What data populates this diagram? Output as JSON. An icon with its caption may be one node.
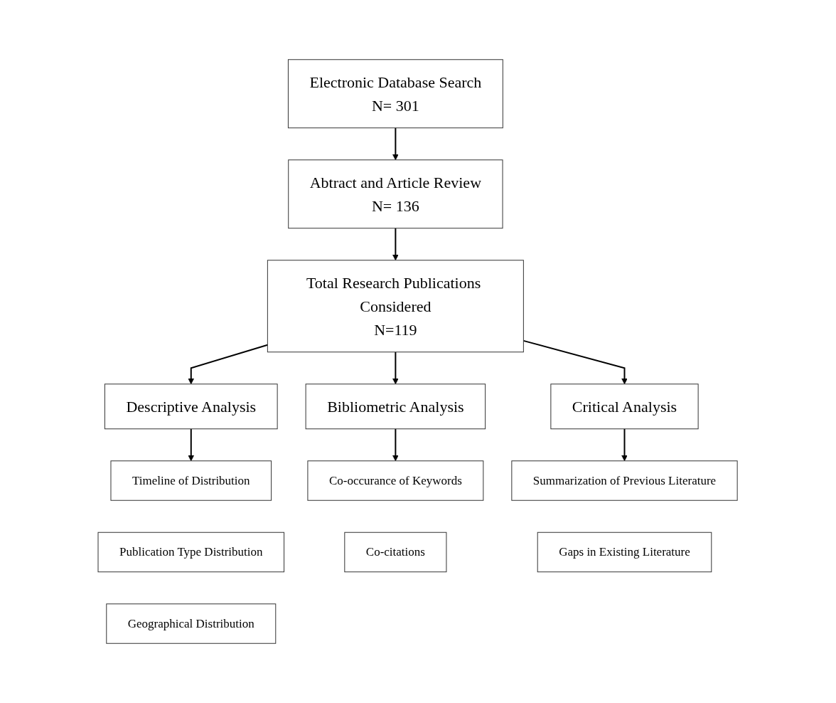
{
  "diagram": {
    "nodes": [
      {
        "text": [
          "Electronic Database Search",
          "N= 301"
        ]
      },
      {
        "text": [
          "Abtract and Article Review",
          "N= 136"
        ]
      },
      {
        "text": [
          "Total Research Publications Considered",
          "N=119"
        ]
      },
      {
        "text": [
          "Descriptive Analysis"
        ]
      },
      {
        "text": [
          "Bibliometric Analysis"
        ]
      },
      {
        "text": [
          "Critical Analysis"
        ]
      },
      {
        "text": [
          "Timeline of Distribution"
        ]
      },
      {
        "text": [
          "Publication Type Distribution"
        ]
      },
      {
        "text": [
          "Geographical Distribution"
        ]
      },
      {
        "text": [
          "Co-occurance of Keywords"
        ]
      },
      {
        "text": [
          "Co-citations"
        ]
      },
      {
        "text": [
          "Summarization of Previous Literature"
        ]
      },
      {
        "text": [
          "Gaps in Existing Literature"
        ]
      }
    ],
    "edges": [
      {
        "from": 0,
        "to": 1,
        "arrow": "to"
      },
      {
        "from": 1,
        "to": 2,
        "arrow": "to"
      },
      {
        "from": 2,
        "to": 3,
        "arrow": "to"
      },
      {
        "from": 2,
        "to": 4,
        "arrow": "to"
      },
      {
        "from": 2,
        "to": 5,
        "arrow": "to"
      },
      {
        "from": 3,
        "to": 6,
        "arrow": "to"
      },
      {
        "from": 4,
        "to": 9,
        "arrow": "to"
      },
      {
        "from": 5,
        "to": 11,
        "arrow": "to"
      }
    ]
  }
}
